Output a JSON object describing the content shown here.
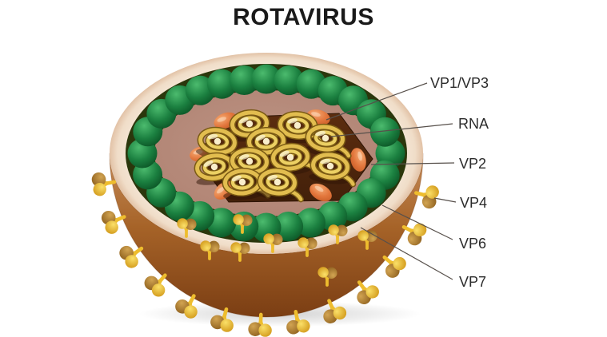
{
  "title": {
    "text": "ROTAVIRUS"
  },
  "diagram": {
    "subject": "rotavirus-cross-section-illustration",
    "labels": [
      {
        "text": "VP1/VP3",
        "target": "polymerase-complex-orange-protein"
      },
      {
        "text": "RNA",
        "target": "rna-segment-coil"
      },
      {
        "text": "VP2",
        "target": "inner-capsid-layer"
      },
      {
        "text": "VP4",
        "target": "outer-surface-spike"
      },
      {
        "text": "VP6",
        "target": "middle-capsid-sphere-layer"
      },
      {
        "text": "VP7",
        "target": "outer-capsid-shell"
      }
    ],
    "palette": {
      "background": "#ffffff",
      "title_color": "#1a1a1a",
      "label_color": "#2b2b2b",
      "leader_line": "#57504b",
      "shell_light": "#c68c59",
      "shell_mid": "#a66328",
      "shell_dark": "#7a3d13",
      "rim_cream": "#f0ddc8",
      "ring_dark_green": "#2b370c",
      "sphere_green_light": "#4cbb6e",
      "sphere_green_mid": "#1b8040",
      "sphere_green_dark": "#0a5023",
      "vp2_tan": "#b18474",
      "core_brown": "#42200a",
      "vp1vp3_orange": "#e2763c",
      "rna_coil_gold": "#e2bd4f",
      "rna_coil_edge": "#7a5a14",
      "spike_stem_yellow": "#eebd2e",
      "spike_ball_olive": "#8a5c1b",
      "spike_ball_yellow": "#cf9414",
      "shadow_gray": "#6e6e6e"
    }
  }
}
